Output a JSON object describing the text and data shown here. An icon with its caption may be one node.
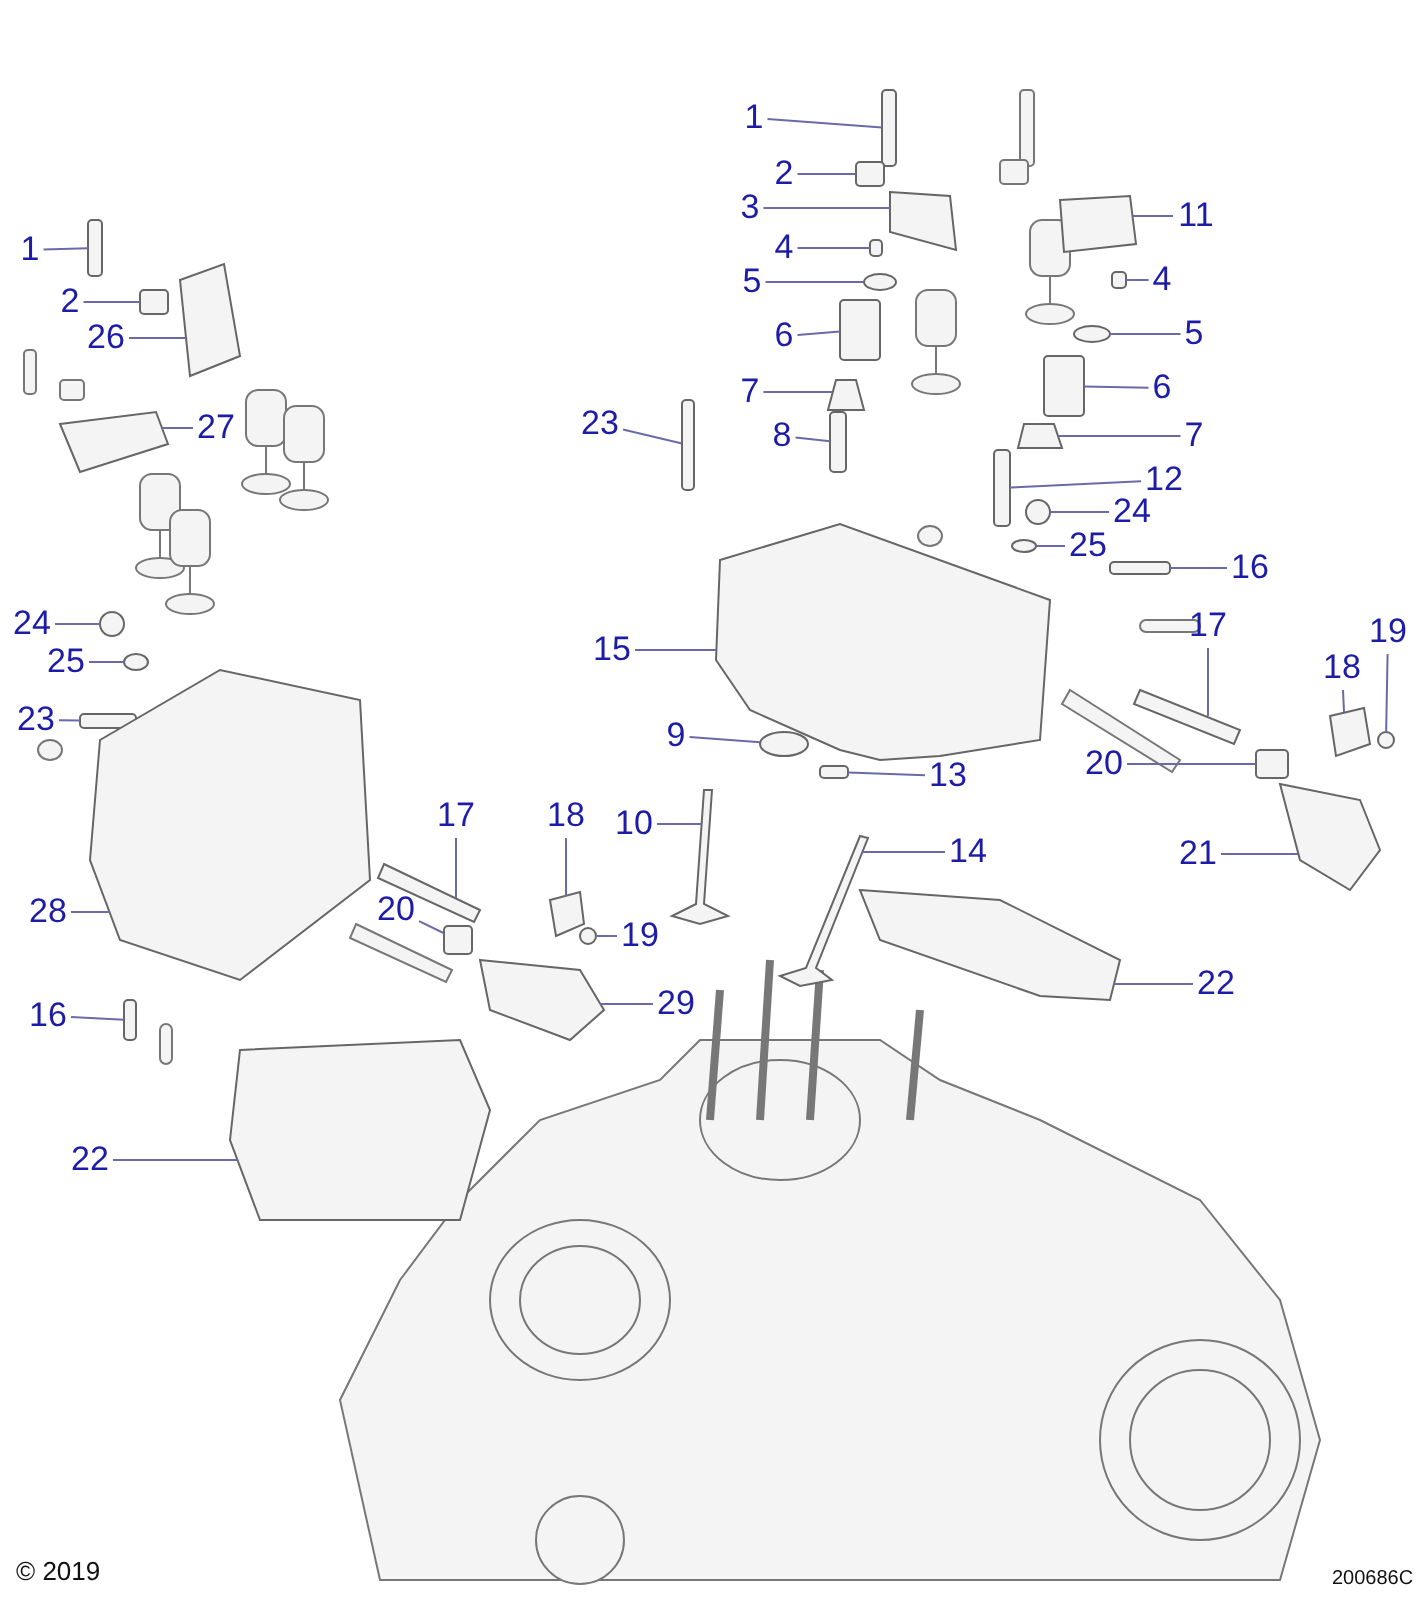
{
  "diagram": {
    "nodes": [
      {
        "text": [
          "1"
        ]
      },
      {
        "text": [
          "2"
        ]
      },
      {
        "text": [
          "26"
        ]
      },
      {
        "text": [
          "27"
        ]
      },
      {
        "text": [
          "24"
        ]
      },
      {
        "text": [
          "25"
        ]
      },
      {
        "text": [
          "23"
        ]
      },
      {
        "text": [
          "28"
        ]
      },
      {
        "text": [
          "16"
        ]
      },
      {
        "text": [
          "22"
        ]
      },
      {
        "text": [
          "17"
        ]
      },
      {
        "text": [
          "18"
        ]
      },
      {
        "text": [
          "20"
        ]
      },
      {
        "text": [
          "19"
        ]
      },
      {
        "text": [
          "29"
        ]
      },
      {
        "text": [
          "1"
        ]
      },
      {
        "text": [
          "2"
        ]
      },
      {
        "text": [
          "3"
        ]
      },
      {
        "text": [
          "4"
        ]
      },
      {
        "text": [
          "5"
        ]
      },
      {
        "text": [
          "6"
        ]
      },
      {
        "text": [
          "7"
        ]
      },
      {
        "text": [
          "8"
        ]
      },
      {
        "text": [
          "23"
        ]
      },
      {
        "text": [
          "11"
        ]
      },
      {
        "text": [
          "4"
        ]
      },
      {
        "text": [
          "5"
        ]
      },
      {
        "text": [
          "6"
        ]
      },
      {
        "text": [
          "7"
        ]
      },
      {
        "text": [
          "12"
        ]
      },
      {
        "text": [
          "24"
        ]
      },
      {
        "text": [
          "25"
        ]
      },
      {
        "text": [
          "16"
        ]
      },
      {
        "text": [
          "17"
        ]
      },
      {
        "text": [
          "19"
        ]
      },
      {
        "text": [
          "18"
        ]
      },
      {
        "text": [
          "15"
        ]
      },
      {
        "text": [
          "9"
        ]
      },
      {
        "text": [
          "20"
        ]
      },
      {
        "text": [
          "13"
        ]
      },
      {
        "text": [
          "10"
        ]
      },
      {
        "text": [
          "14"
        ]
      },
      {
        "text": [
          "21"
        ]
      },
      {
        "text": [
          "22"
        ]
      },
      {
        "text": [],
        "shape": "box"
      },
      {
        "text": [],
        "shape": "box"
      },
      {
        "text": [],
        "shape": "polygon"
      },
      {
        "text": [],
        "shape": "polygon"
      },
      {
        "text": [],
        "shape": "circle"
      },
      {
        "text": [],
        "shape": "circle"
      },
      {
        "text": [],
        "shape": "box"
      },
      {
        "text": [],
        "shape": "polygon"
      },
      {
        "text": [],
        "shape": "box"
      },
      {
        "text": [],
        "shape": "polygon"
      },
      {
        "text": [],
        "shape": "polygon"
      },
      {
        "text": [],
        "shape": "polygon"
      },
      {
        "text": [],
        "shape": "box"
      },
      {
        "text": [],
        "shape": "circle"
      },
      {
        "text": [],
        "shape": "polygon"
      },
      {
        "text": [],
        "shape": "box"
      },
      {
        "text": [],
        "shape": "box"
      },
      {
        "text": [],
        "shape": "polygon"
      },
      {
        "text": [],
        "shape": "box"
      },
      {
        "text": [],
        "shape": "circle"
      },
      {
        "text": [],
        "shape": "box"
      },
      {
        "text": [],
        "shape": "polygon"
      },
      {
        "text": [],
        "shape": "box"
      },
      {
        "text": [],
        "shape": "box"
      },
      {
        "text": [],
        "shape": "polygon"
      },
      {
        "text": [],
        "shape": "box"
      },
      {
        "text": [],
        "shape": "circle"
      },
      {
        "text": [],
        "shape": "box"
      },
      {
        "text": [],
        "shape": "polygon"
      },
      {
        "text": [],
        "shape": "box"
      },
      {
        "text": [],
        "shape": "circle"
      },
      {
        "text": [],
        "shape": "circle"
      },
      {
        "text": [],
        "shape": "box"
      },
      {
        "text": [],
        "shape": "polygon"
      },
      {
        "text": [],
        "shape": "circle"
      },
      {
        "text": [],
        "shape": "polygon"
      },
      {
        "text": [],
        "shape": "polygon"
      },
      {
        "text": [],
        "shape": "circle"
      },
      {
        "text": [],
        "shape": "box"
      },
      {
        "text": [],
        "shape": "box"
      },
      {
        "text": [],
        "shape": "polygon"
      },
      {
        "text": [],
        "shape": "polygon"
      },
      {
        "text": [],
        "shape": "polygon"
      },
      {
        "text": [],
        "shape": "polygon"
      }
    ],
    "edges": [
      {
        "from": 0,
        "to": 44,
        "arrow": "none"
      },
      {
        "from": 1,
        "to": 45,
        "arrow": "none"
      },
      {
        "from": 2,
        "to": 46,
        "arrow": "none"
      },
      {
        "from": 3,
        "to": 47,
        "arrow": "none"
      },
      {
        "from": 4,
        "to": 48,
        "arrow": "none"
      },
      {
        "from": 5,
        "to": 49,
        "arrow": "none"
      },
      {
        "from": 6,
        "to": 50,
        "arrow": "none"
      },
      {
        "from": 7,
        "to": 51,
        "arrow": "none"
      },
      {
        "from": 8,
        "to": 52,
        "arrow": "none"
      },
      {
        "from": 9,
        "to": 53,
        "arrow": "none"
      },
      {
        "from": 10,
        "to": 54,
        "arrow": "none"
      },
      {
        "from": 11,
        "to": 55,
        "arrow": "none"
      },
      {
        "from": 12,
        "to": 56,
        "arrow": "none"
      },
      {
        "from": 13,
        "to": 57,
        "arrow": "none"
      },
      {
        "from": 14,
        "to": 58,
        "arrow": "none"
      },
      {
        "from": 15,
        "to": 59,
        "arrow": "none"
      },
      {
        "from": 16,
        "to": 60,
        "arrow": "none"
      },
      {
        "from": 17,
        "to": 61,
        "arrow": "none"
      },
      {
        "from": 18,
        "to": 62,
        "arrow": "none"
      },
      {
        "from": 19,
        "to": 63,
        "arrow": "none"
      },
      {
        "from": 20,
        "to": 64,
        "arrow": "none"
      },
      {
        "from": 21,
        "to": 65,
        "arrow": "none"
      },
      {
        "from": 22,
        "to": 66,
        "arrow": "none"
      },
      {
        "from": 23,
        "to": 67,
        "arrow": "none"
      },
      {
        "from": 24,
        "to": 68,
        "arrow": "none"
      },
      {
        "from": 25,
        "to": 69,
        "arrow": "none"
      },
      {
        "from": 26,
        "to": 70,
        "arrow": "none"
      },
      {
        "from": 27,
        "to": 71,
        "arrow": "none"
      },
      {
        "from": 28,
        "to": 72,
        "arrow": "none"
      },
      {
        "from": 29,
        "to": 73,
        "arrow": "none"
      },
      {
        "from": 30,
        "to": 74,
        "arrow": "none"
      },
      {
        "from": 31,
        "to": 75,
        "arrow": "none"
      },
      {
        "from": 32,
        "to": 76,
        "arrow": "none"
      },
      {
        "from": 33,
        "to": 77,
        "arrow": "none"
      },
      {
        "from": 34,
        "to": 78,
        "arrow": "none"
      },
      {
        "from": 35,
        "to": 79,
        "arrow": "none"
      },
      {
        "from": 36,
        "to": 80,
        "arrow": "none"
      },
      {
        "from": 37,
        "to": 81,
        "arrow": "none"
      },
      {
        "from": 38,
        "to": 82,
        "arrow": "none"
      },
      {
        "from": 39,
        "to": 83,
        "arrow": "none"
      },
      {
        "from": 40,
        "to": 84,
        "arrow": "none"
      },
      {
        "from": 41,
        "to": 85,
        "arrow": "none"
      },
      {
        "from": 42,
        "to": 86,
        "arrow": "none"
      },
      {
        "from": 43,
        "to": 87,
        "arrow": "none"
      }
    ],
    "labels": [
      "© 2019",
      "200686C"
    ]
  }
}
